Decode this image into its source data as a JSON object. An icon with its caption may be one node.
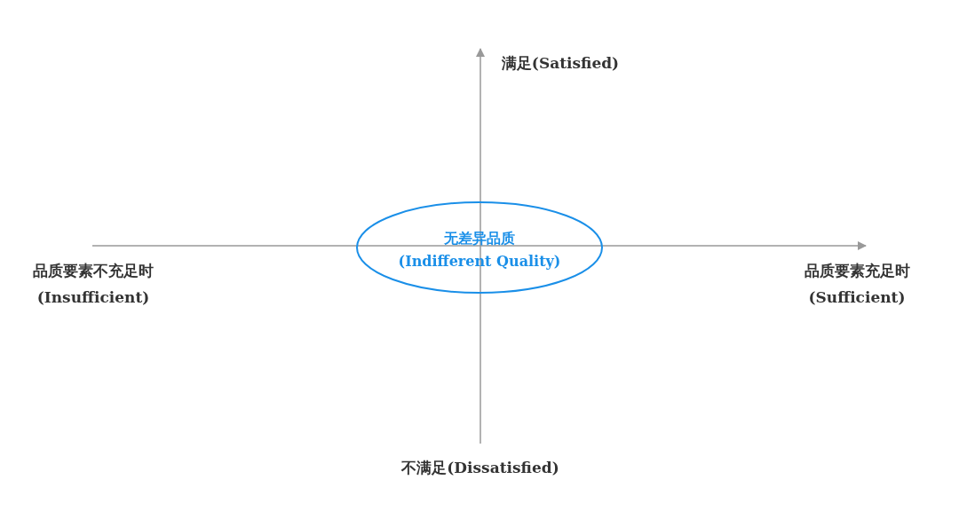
{
  "diagram": {
    "nodes": [
      {
        "text": [
          "无差异品质",
          "(Indifferent Quality)"
        ]
      }
    ],
    "edges": [],
    "labels": [
      "满足(Satisfied)",
      "品质要素不充足时",
      "(Insufficient)",
      "品质要素充足时",
      "(Sufficient)",
      "不满足(Dissatisfied)"
    ]
  }
}
